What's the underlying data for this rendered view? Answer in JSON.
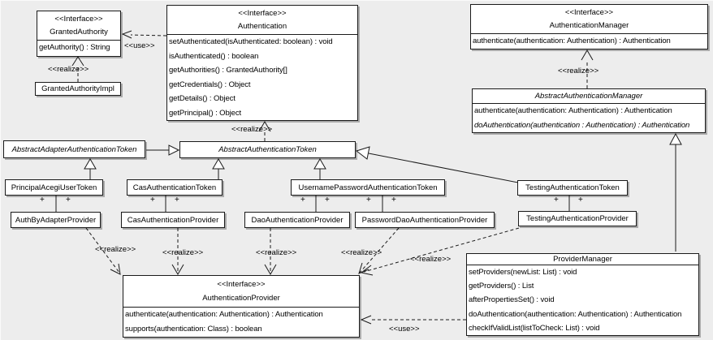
{
  "edge_labels": {
    "use": "&lt;&lt;use&gt;&gt;",
    "realize": "&lt;&lt;realize&gt;&gt;",
    "plus": "+"
  },
  "classes": {
    "granted_authority": {
      "stereotype": "<<Interface>>",
      "name": "GrantedAuthority",
      "methods": [
        "getAuthority() : String"
      ]
    },
    "granted_authority_impl": {
      "name": "GrantedAuthorityImpl"
    },
    "authentication": {
      "stereotype": "<<Interface>>",
      "name": "Authentication",
      "methods": [
        "setAuthenticated(isAuthenticated: boolean) : void",
        "isAuthenticated() : boolean",
        "getAuthorities() : GrantedAuthority[]",
        "getCredentials() : Object",
        "getDetails() : Object",
        "getPrincipal() : Object"
      ]
    },
    "authentication_manager": {
      "stereotype": "<<Interface>>",
      "name": "AuthenticationManager",
      "methods": [
        "authenticate(authentication: Authentication) : Authentication"
      ]
    },
    "abstract_authentication_manager": {
      "name": "AbstractAuthenticationManager",
      "methods": [
        "authenticate(authentication: Authentication) : Authentication",
        "doAuthentication(authentication : Authentication) : Authentication"
      ]
    },
    "abstract_adapter_authentication_token": {
      "name": "AbstractAdapterAuthenticationToken"
    },
    "abstract_authentication_token": {
      "name": "AbstractAuthenticationToken"
    },
    "principal_acegi_user_token": {
      "name": "PrincipalAcegiUserToken"
    },
    "cas_authentication_token": {
      "name": "CasAuthenticationToken"
    },
    "username_password_authentication_token": {
      "name": "UsernamePasswordAuthenticationToken"
    },
    "testing_authentication_token": {
      "name": "TestingAuthenticationToken"
    },
    "auth_by_adapter_provider": {
      "name": "AuthByAdapterProvider"
    },
    "cas_authentication_provider": {
      "name": "CasAuthenticationProvider"
    },
    "dao_authentication_provider": {
      "name": "DaoAuthenticationProvider"
    },
    "password_dao_authentication_provider": {
      "name": "PasswordDaoAuthenticationProvider"
    },
    "testing_authentication_provider": {
      "name": "TestingAuthenticationProvider"
    },
    "authentication_provider": {
      "stereotype": "<<Interface>>",
      "name": "AuthenticationProvider",
      "methods": [
        "authenticate(authentication: Authentication) : Authentication",
        "supports(authentication: Class) : boolean"
      ]
    },
    "provider_manager": {
      "name": "ProviderManager",
      "methods": [
        "setProviders(newList: List) : void",
        "getProviders() : List",
        "afterPropertiesSet() : void",
        "doAuthentication(authentication: Authentication) : Authentication",
        "checkIfValidList(listToCheck: List) : void"
      ]
    }
  }
}
